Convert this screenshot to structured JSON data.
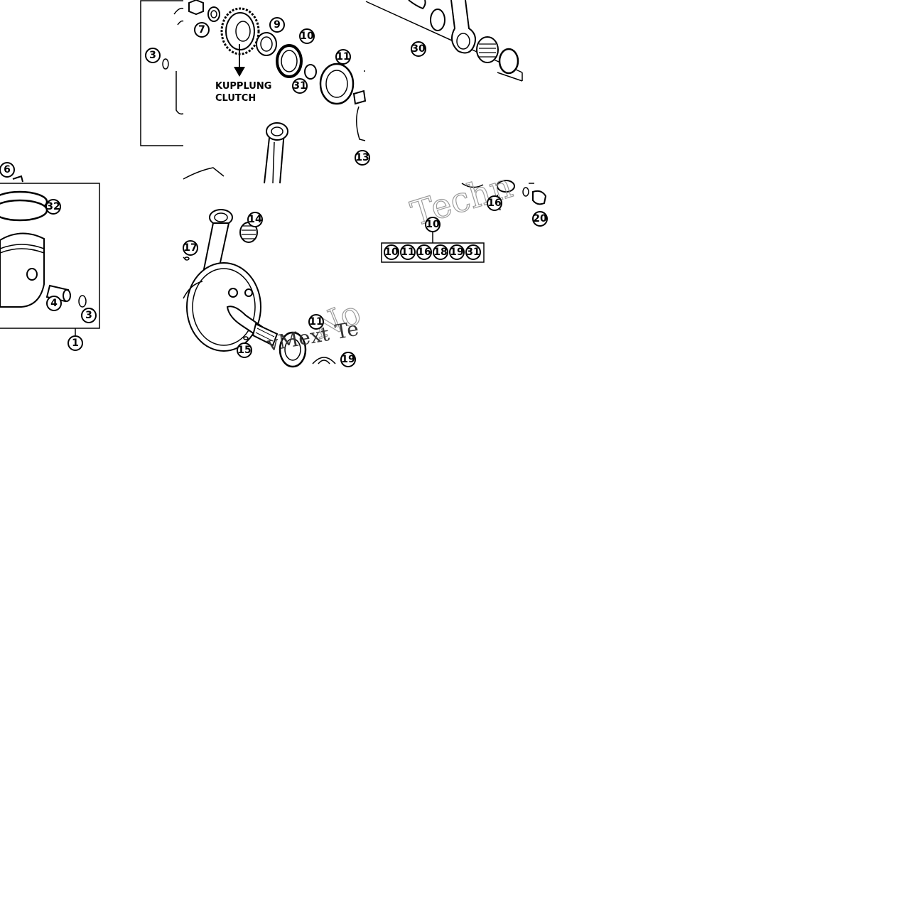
{
  "callouts": {
    "c3a": "3",
    "c7": "7",
    "c9": "9",
    "c10": "10",
    "c11a": "11",
    "c31": "31",
    "c30": "30",
    "c13": "13",
    "c6": "6",
    "c32": "32",
    "c4": "4",
    "c3b": "3",
    "c1": "1",
    "c14": "14",
    "c17": "17",
    "c11b": "11",
    "c15": "15",
    "c19": "19",
    "c20": "20",
    "c16": "16",
    "kit": [
      "10",
      "11",
      "16",
      "18",
      "19",
      "31"
    ]
  },
  "labels": {
    "kupplung": "KUPPLUNG",
    "clutch": "CLUTCH"
  },
  "watermarks": {
    "wm1": "Techn",
    "wm2": "No",
    "wm3": "vMext Te"
  }
}
